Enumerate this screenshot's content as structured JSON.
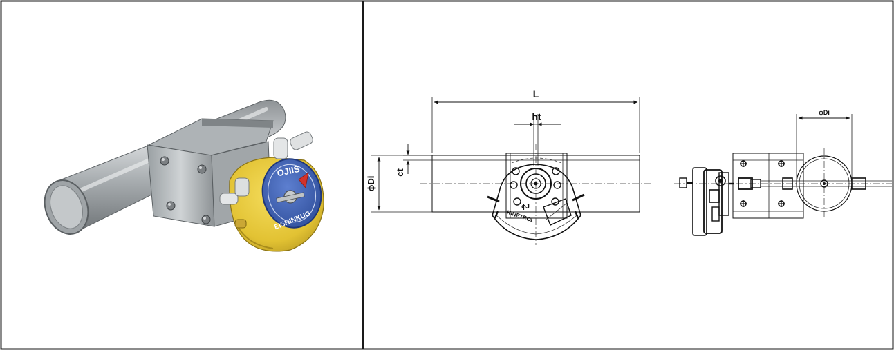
{
  "product": {
    "brand_label": "EISHINKUG",
    "dial_logo": "OJIIS"
  },
  "drawing": {
    "front_view": {
      "length_label": "L",
      "height_label": "ht",
      "clearance_label": "ct",
      "diameter_label": "ϕDi",
      "body_text_1": "ϕJ",
      "body_text_2": "KINETROL"
    },
    "side_view": {
      "diameter_label": "ϕDi"
    }
  },
  "colors": {
    "border": "#1a1a1a",
    "steel": "#b9bdbf",
    "actuator_yellow": "#e7c93a",
    "dial_blue": "#3e63b6",
    "pointer_red": "#d2322b"
  }
}
